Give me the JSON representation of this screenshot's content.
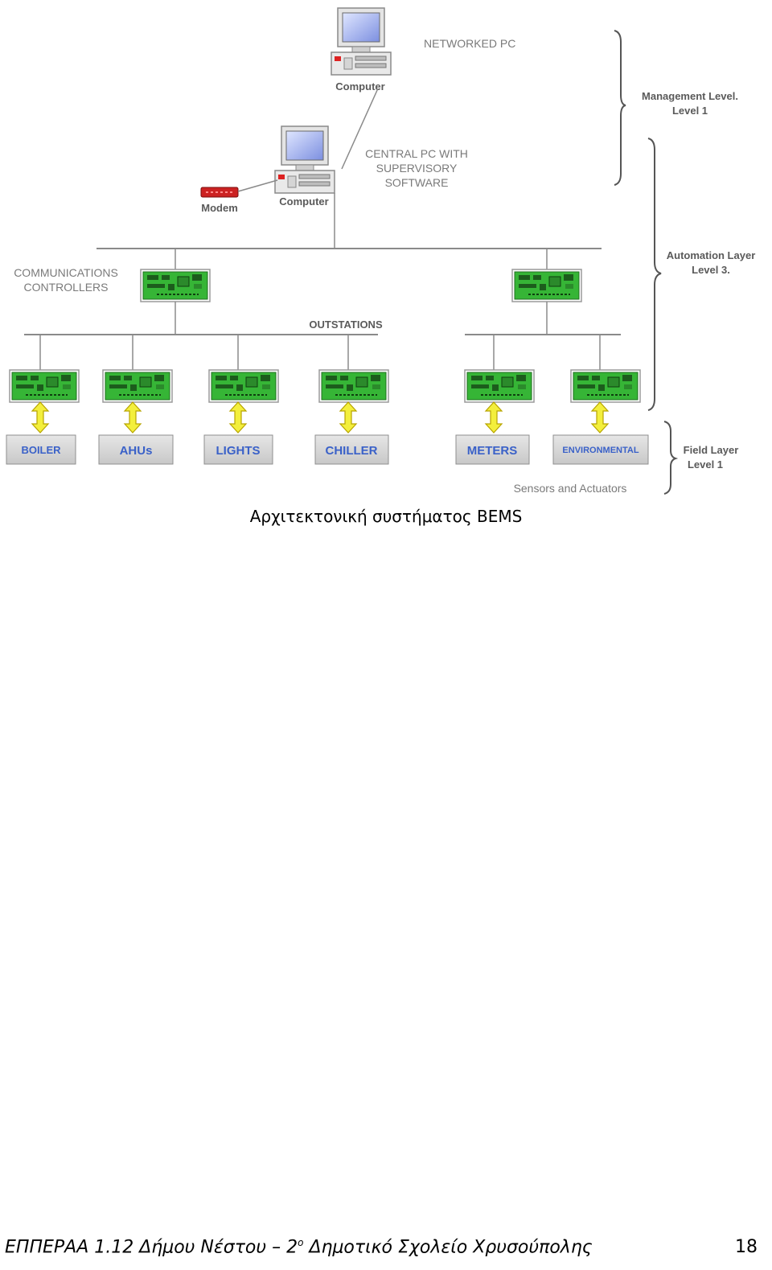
{
  "diagram": {
    "networked_pc_label": "NETWORKED PC",
    "computer_top_label": "Computer",
    "computer_central_label": "Computer",
    "modem_label": "Modem",
    "central_pc_lines": [
      "CENTRAL PC WITH",
      "SUPERVISORY",
      "SOFTWARE"
    ],
    "management_lines": [
      "Management Level.",
      "Level 1"
    ],
    "automation_lines": [
      "Automation Layer",
      "Level 3."
    ],
    "field_lines": [
      "Field Layer",
      "Level 1"
    ],
    "comm_controllers_lines": [
      "COMMUNICATIONS",
      "CONTROLLERS"
    ],
    "outstations_label": "OUTSTATIONS",
    "sensors_label": "Sensors and Actuators",
    "devices": [
      "BOILER",
      "AHUs",
      "LIGHTS",
      "CHILLER",
      "METERS",
      "ENVIRONMENTAL"
    ]
  },
  "caption": "Αρχιτεκτονική συστήματος BEMS",
  "footer": {
    "left_text_a": "ΕΠΠΕΡΑΑ 1.12 Δήμου Νέστου – 2",
    "superscript": "ο",
    "left_text_b": " Δημοτικό Σχολείο Χρυσούπολης",
    "page_number": "18"
  }
}
